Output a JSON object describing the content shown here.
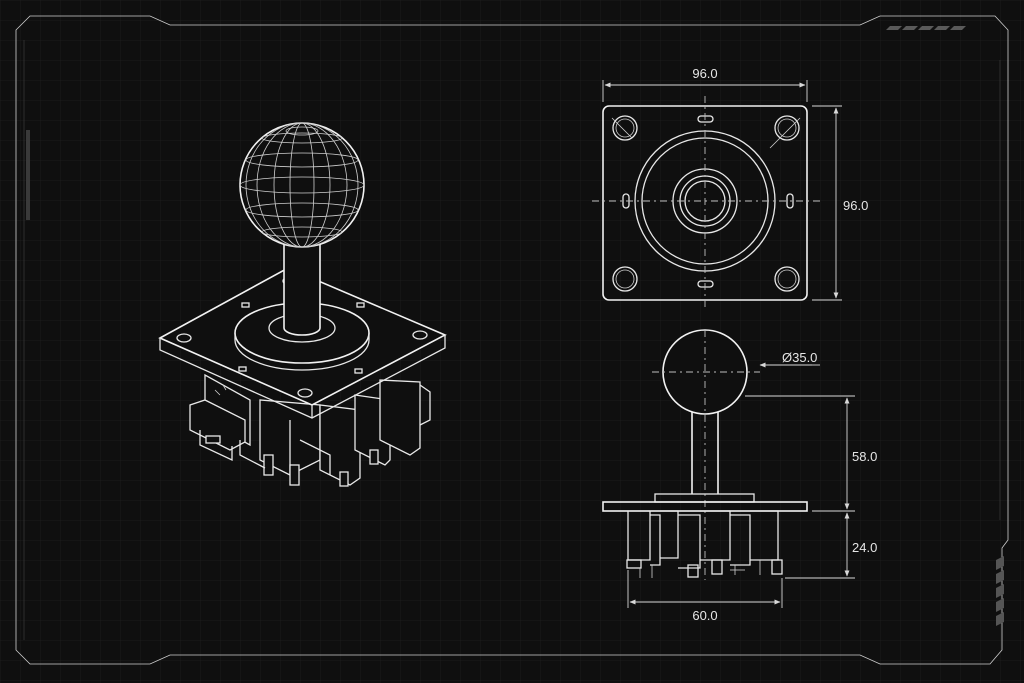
{
  "dimensions": {
    "top_width": "96.0",
    "top_height": "96.0",
    "ball_diameter": "Ø35.0",
    "shaft_height": "58.0",
    "base_height": "24.0",
    "base_width": "60.0"
  },
  "colors": {
    "background": "#0f0f0f",
    "line": "#e8e8e8",
    "grid": "#1c1c1c"
  }
}
